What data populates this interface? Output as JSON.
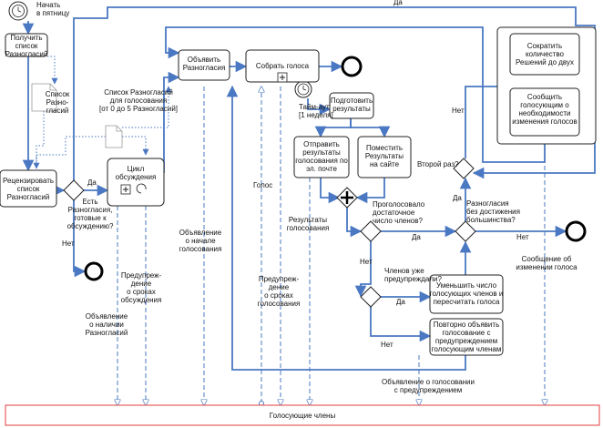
{
  "start_event": {
    "lines": [
      "Начать",
      "в пятницу"
    ]
  },
  "tasks": {
    "get_list": [
      "Получить",
      "список",
      "Разногласий"
    ],
    "review": [
      "Рецензировать",
      "список",
      "Разногласий"
    ],
    "cycle": [
      "Цикл",
      "обсуждения"
    ],
    "announce": [
      "Объявить",
      "Разногласия"
    ],
    "collect": [
      "Собрать голоса"
    ],
    "prepare": [
      "Подготовить",
      "результаты"
    ],
    "send": [
      "Отправить",
      "результаты",
      "голосования по",
      "эл. почте"
    ],
    "post": [
      "Поместить",
      "Результаты",
      "на сайте"
    ],
    "reduce_count": [
      "Уменьшить число",
      "голосующих членов и",
      "пересчитать голоса"
    ],
    "revote": [
      "Повторно объявить",
      "голосование с",
      "предупреждением",
      "голосующим членам"
    ],
    "cut_solutions": [
      "Сократить",
      "количество",
      "Решений до двух"
    ],
    "notify": [
      "Сообщить",
      "голосующим о",
      "необходимости",
      "изменения голосов"
    ]
  },
  "data_objects": {
    "list": [
      "Список",
      "Разно-",
      "гласий"
    ],
    "vote_list": [
      "Список Разногласий",
      "для голосования",
      "[от 0 до 5 Разногласий]"
    ]
  },
  "labels": {
    "yes_top": "Да",
    "yes_cycle": "Да",
    "no_left": "Нет",
    "issues_ready": [
      "Есть",
      "Разногласия,",
      "готовые к",
      "обсуждению?"
    ],
    "timeout": [
      "Тайм-аут",
      "[1 неделя]"
    ],
    "enough_voted": [
      "Проголосовало",
      "достаточное",
      "число членов?"
    ],
    "yes_mid": "Да",
    "no_mid": "Нет",
    "majority": [
      "Разногласия",
      "без достижения",
      "большинства?"
    ],
    "no_majority": "Нет",
    "yes_majority": "Да",
    "second_time": "Второй раз?",
    "no_second": "Нет",
    "members_warned": [
      "Членов уже",
      "предупреждали?"
    ],
    "yes_warned": "Да",
    "no_warned": "Нет",
    "msg_issues": [
      "Объявление",
      "о наличии",
      "Разногласий"
    ],
    "msg_deadlines_disc": [
      "Предупреж-",
      "дение",
      "о сроках",
      "обсуждения"
    ],
    "msg_vote_start": [
      "Объявление",
      "о начале",
      "голосования"
    ],
    "msg_vote": "Голос",
    "msg_deadlines_vote": [
      "Предупреж-",
      "дение",
      "о сроках",
      "голосования"
    ],
    "msg_results": [
      "Результаты",
      "голосования"
    ],
    "msg_revote": [
      "Объявление о голосовании",
      "с предупреждением"
    ],
    "msg_change": [
      "Сообщение об",
      "изменении голоса"
    ]
  },
  "pool": {
    "name": "Голосующие члены"
  },
  "colors": {
    "flow": "#4a78c2",
    "pool_border": "#e03c3c",
    "stroke": "#222222"
  }
}
